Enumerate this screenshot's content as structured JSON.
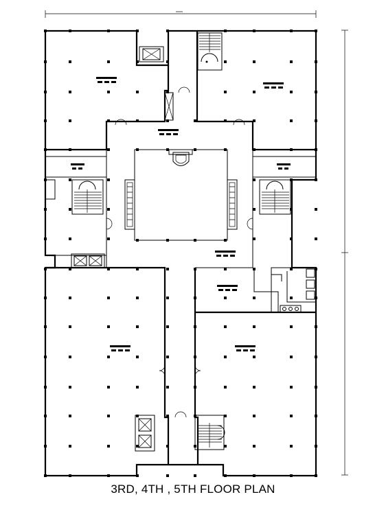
{
  "title": "3RD, 4TH , 5TH FLOOR PLAN",
  "colors": {
    "line": "#000000",
    "background": "#ffffff"
  },
  "icons": [
    "stair-symbol",
    "lift-symbol",
    "door-swing-symbol",
    "escalator-symbol",
    "column-dot",
    "room-label-placeholder"
  ]
}
